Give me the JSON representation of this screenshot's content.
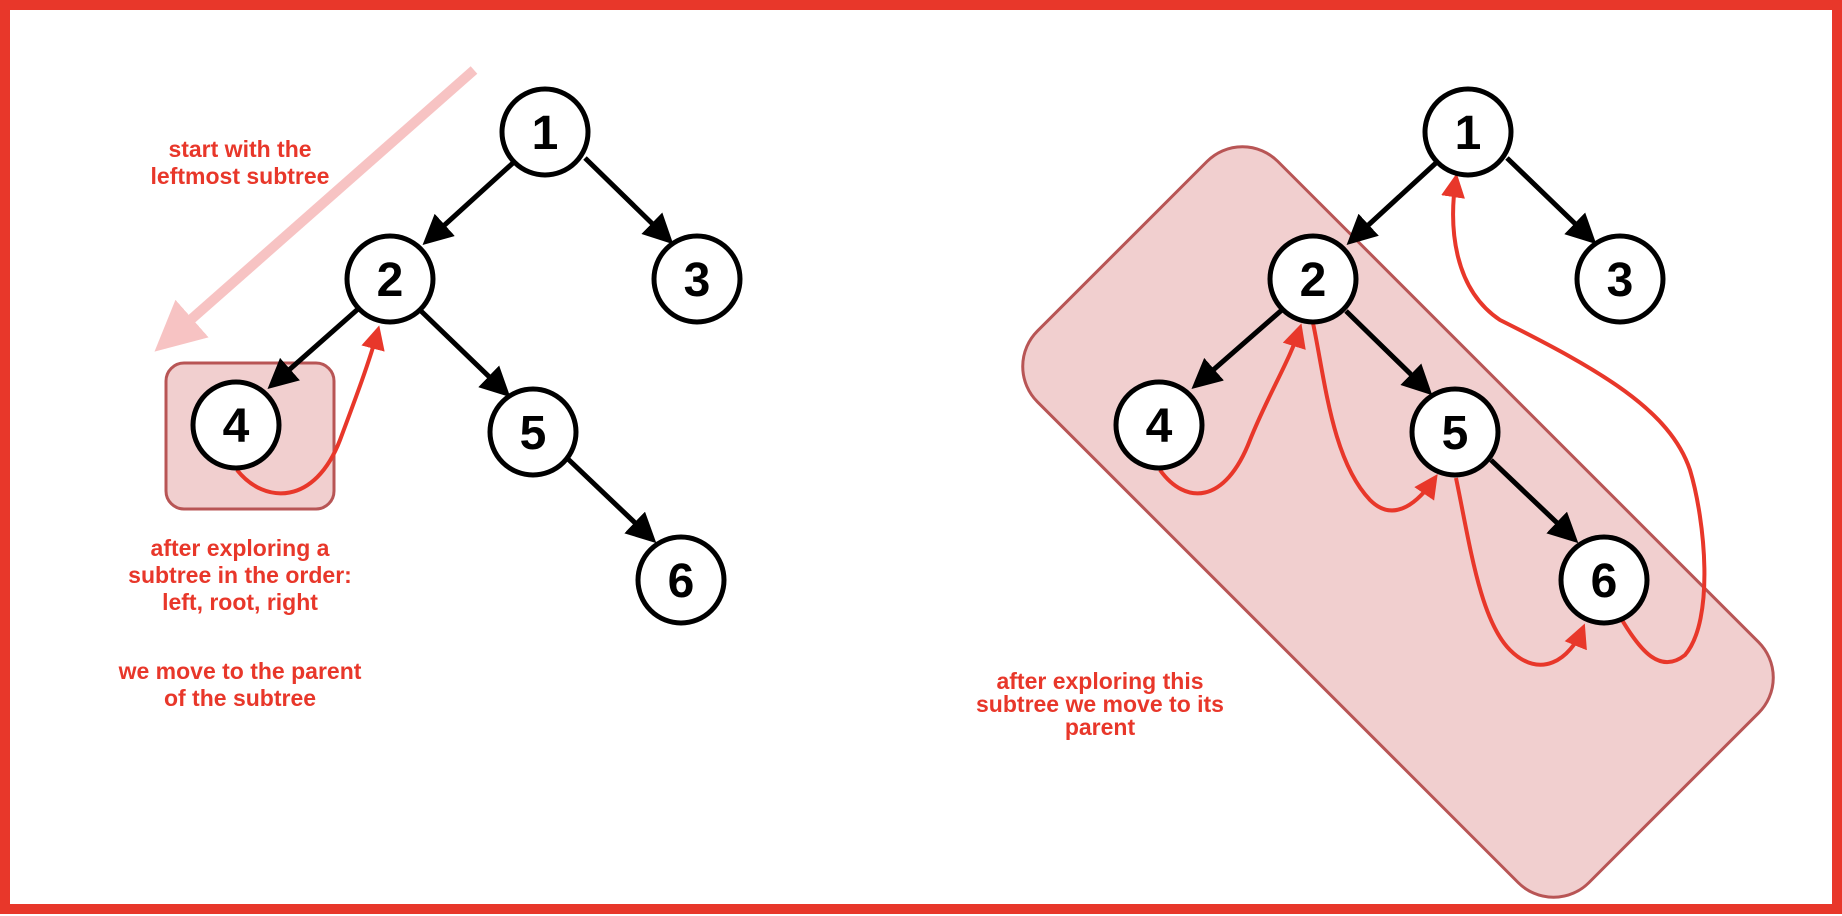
{
  "colors": {
    "frame": "#e8372a",
    "annotation": "#e8372a",
    "edge": "#000000",
    "node_fill": "#ffffff",
    "subtree_fill": "#f1cfcf",
    "subtree_stroke": "#b85555",
    "start_arrow": "#f7c3c3"
  },
  "left_tree": {
    "nodes": [
      {
        "id": "n1",
        "label": "1"
      },
      {
        "id": "n2",
        "label": "2"
      },
      {
        "id": "n3",
        "label": "3"
      },
      {
        "id": "n4",
        "label": "4"
      },
      {
        "id": "n5",
        "label": "5"
      },
      {
        "id": "n6",
        "label": "6"
      }
    ],
    "caption_start": [
      "start with the",
      "leftmost subtree"
    ],
    "caption_explore": [
      "after exploring a",
      "subtree in the order:",
      "left, root, right"
    ],
    "caption_move": [
      "we move to the parent",
      "of the subtree"
    ]
  },
  "right_tree": {
    "nodes": [
      {
        "id": "n1",
        "label": "1"
      },
      {
        "id": "n2",
        "label": "2"
      },
      {
        "id": "n3",
        "label": "3"
      },
      {
        "id": "n4",
        "label": "4"
      },
      {
        "id": "n5",
        "label": "5"
      },
      {
        "id": "n6",
        "label": "6"
      }
    ],
    "caption": [
      "after exploring this",
      "subtree we move to its",
      "parent"
    ]
  }
}
